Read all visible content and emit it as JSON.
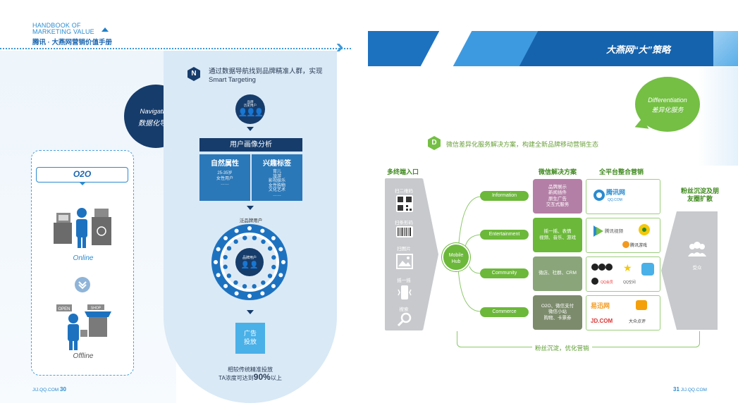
{
  "header": {
    "handbook_title": "HANDBOOK OF MARKETING VALUE",
    "handbook_subtitle": "腾讯 · 大燕网营销价值手册",
    "strategy_title": "大燕网“大”策略"
  },
  "left": {
    "o2o_label": "O2O",
    "online_label": "Online",
    "offline_label": "Offline",
    "open_sign": "OPEN",
    "shop_sign": "SHOP"
  },
  "navigation": {
    "en": "Navigation",
    "cn": "数据化导航",
    "badge": "N",
    "heading": "通过数据导航找到品牌精准人群，实现Smart Targeting",
    "brand_fans": "品牌\n历史用户",
    "persona_title": "用户画像分析",
    "natural_title": "自然属性",
    "natural_body": "25-35岁\n女性用户\n……",
    "interest_title": "兴趣标签",
    "interest_body": "育儿\n旅游\n影视娱乐\n女性购物\n文化艺术\n……",
    "pan_brand": "泛品牌用户",
    "brand_users": "品牌用户",
    "ad_box": "广告\n投放",
    "compare_line1": "相较传统精准投放",
    "compare_line2_pre": "TA浓度可达到",
    "compare_value": "90%",
    "compare_line2_post": "以上"
  },
  "differentiation": {
    "en": "Differentiation",
    "cn": "差异化服务",
    "badge": "D",
    "heading": "微信差异化服务解决方案，构建全新品牌移动营销生态"
  },
  "columns": {
    "entry": "多终端入口",
    "wechat": "微信解决方案",
    "platform": "全平台整合营销",
    "fans": "粉丝沉淀及朋友圈扩散"
  },
  "entries": [
    {
      "label": "扫二维码",
      "icon": "qr-code-icon"
    },
    {
      "label": "扫条形码",
      "icon": "barcode-icon"
    },
    {
      "label": "扫图片",
      "icon": "image-icon"
    },
    {
      "label": "摇一摇",
      "icon": "shake-icon"
    },
    {
      "label": "搜索",
      "icon": "search-icon"
    }
  ],
  "hub": "Mobile\nHub",
  "rows": [
    {
      "category": "Information",
      "solution": "品牌展示\n新闻插件\n原生广告\n交互式服务",
      "logos": [
        "腾讯网",
        "QQ.COM"
      ],
      "color": "#b47fa6"
    },
    {
      "category": "Entertainment",
      "solution": "摇一摇、表情\n视频、音乐、游戏",
      "logos": [
        "腾讯视频",
        "QQ音乐",
        "腾讯游戏"
      ],
      "color": "#6cb83a"
    },
    {
      "category": "Community",
      "solution": "微店、社群、CRM",
      "logos": [
        "QQ空间",
        "QQ会员",
        "QQ空间"
      ],
      "color": "#8aa57a"
    },
    {
      "category": "Commerce",
      "solution": "O2O、微信支付\n微信小站\n购物、卡票券",
      "logos": [
        "易迅网",
        "JD.COM",
        "大众点评",
        "美团"
      ],
      "color": "#7c8b6c"
    }
  ],
  "fans_bottom": "粉丝沉淀，优化营销",
  "audience": "受众",
  "footer": {
    "left_site": "JIJ.QQ.COM",
    "left_page": "30",
    "right_site": "JIJ.QQ.COM",
    "right_page": "31"
  }
}
